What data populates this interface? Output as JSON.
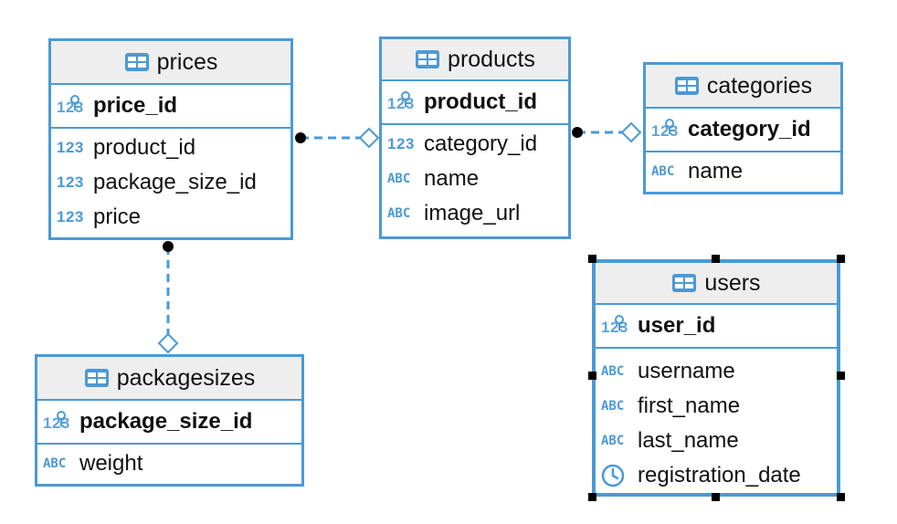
{
  "colors": {
    "accent": "#4a9ad6",
    "header_bg": "#eeeeee",
    "text": "#111111"
  },
  "entities": {
    "prices": {
      "title": "prices",
      "pk": {
        "name": "price_id",
        "icon": "numeric-key-icon"
      },
      "columns": [
        {
          "name": "product_id",
          "icon": "numeric-icon"
        },
        {
          "name": "package_size_id",
          "icon": "numeric-icon"
        },
        {
          "name": "price",
          "icon": "numeric-icon"
        }
      ]
    },
    "products": {
      "title": "products",
      "pk": {
        "name": "product_id",
        "icon": "numeric-key-icon"
      },
      "columns": [
        {
          "name": "category_id",
          "icon": "numeric-icon"
        },
        {
          "name": "name",
          "icon": "text-icon"
        },
        {
          "name": "image_url",
          "icon": "text-icon"
        }
      ]
    },
    "categories": {
      "title": "categories",
      "pk": {
        "name": "category_id",
        "icon": "numeric-key-icon"
      },
      "columns": [
        {
          "name": "name",
          "icon": "text-icon"
        }
      ]
    },
    "packagesizes": {
      "title": "packagesizes",
      "pk": {
        "name": "package_size_id",
        "icon": "numeric-key-icon"
      },
      "columns": [
        {
          "name": "weight",
          "icon": "text-icon"
        }
      ]
    },
    "users": {
      "title": "users",
      "pk": {
        "name": "user_id",
        "icon": "numeric-key-icon"
      },
      "columns": [
        {
          "name": "username",
          "icon": "text-icon"
        },
        {
          "name": "first_name",
          "icon": "text-icon"
        },
        {
          "name": "last_name",
          "icon": "text-icon"
        },
        {
          "name": "registration_date",
          "icon": "clock-icon"
        }
      ]
    }
  },
  "icon_text": {
    "numeric": "123",
    "text": "ABC"
  },
  "relationships": [
    {
      "from": "prices",
      "to": "products"
    },
    {
      "from": "products",
      "to": "categories"
    },
    {
      "from": "prices",
      "to": "packagesizes"
    }
  ],
  "selected_entity": "users"
}
